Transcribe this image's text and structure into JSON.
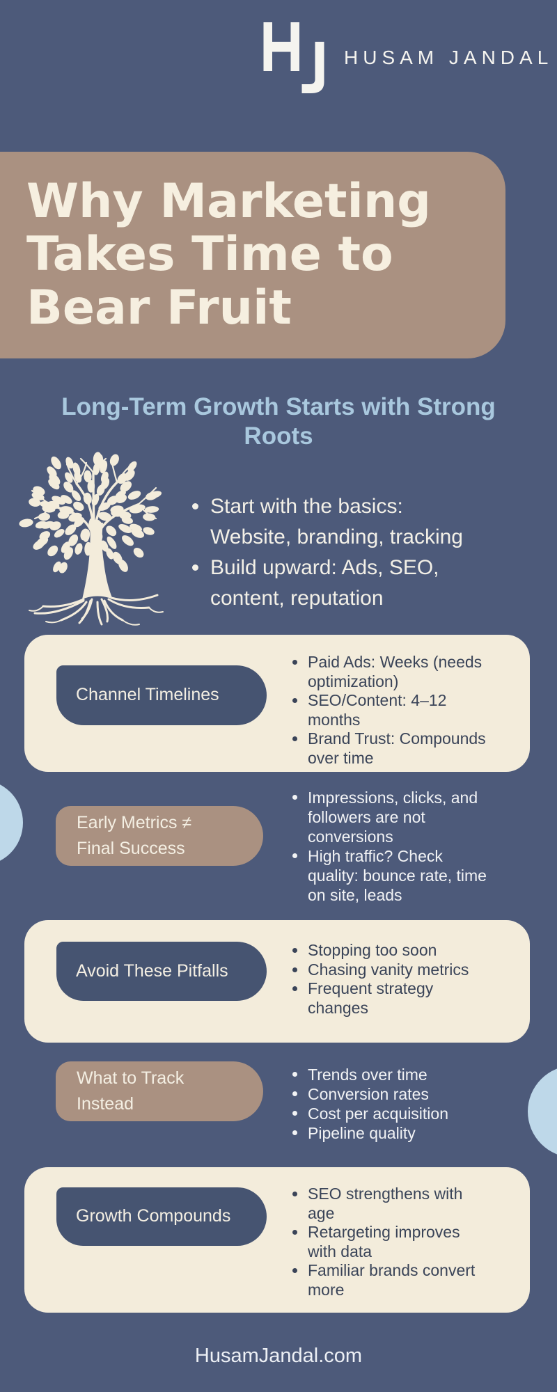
{
  "header": {
    "brand": "HUSAM JANDAL",
    "monogram": "HJ"
  },
  "hero": {
    "title": "Why Marketing Takes Time to Bear Fruit",
    "subtitle": "Long-Term Growth Starts with Strong Roots"
  },
  "intro": {
    "illustration": "tree-with-strong-roots",
    "bullets": [
      "Start with the basics: Website, branding, tracking",
      "Build upward: Ads, SEO, content, reputation"
    ]
  },
  "sections": [
    {
      "label": "Channel Timelines",
      "style": "card",
      "bullets": [
        "Paid Ads: Weeks (needs optimization)",
        "SEO/Content: 4–12 months",
        "Brand Trust: Compounds over time"
      ]
    },
    {
      "label": "Early Metrics ≠ Final Success",
      "style": "plain",
      "bullets": [
        "Impressions, clicks, and followers are not conversions",
        "High traffic? Check quality: bounce rate, time on site, leads"
      ]
    },
    {
      "label": "Avoid These Pitfalls",
      "style": "card",
      "bullets": [
        "Stopping too soon",
        "Chasing vanity metrics",
        "Frequent strategy changes"
      ]
    },
    {
      "label": "What to Track Instead",
      "style": "plain",
      "bullets": [
        "Trends over time",
        "Conversion rates",
        "Cost per acquisition",
        "Pipeline quality"
      ]
    },
    {
      "label": "Growth Compounds",
      "style": "card",
      "bullets": [
        "SEO strengthens with age",
        "Retargeting improves with data",
        "Familiar brands convert more"
      ]
    }
  ],
  "footer": {
    "website": "HusamJandal.com"
  },
  "colors": {
    "background": "#4d5a7a",
    "banner_tan": "#aa9181",
    "card_cream": "#f3ecdb",
    "pill_navy": "#465471",
    "subtitle_blue": "#a9c8de",
    "accent_circle_blue": "#bed8e9",
    "dark_text": "#3a4458",
    "light_text": "#f2f3f5"
  }
}
